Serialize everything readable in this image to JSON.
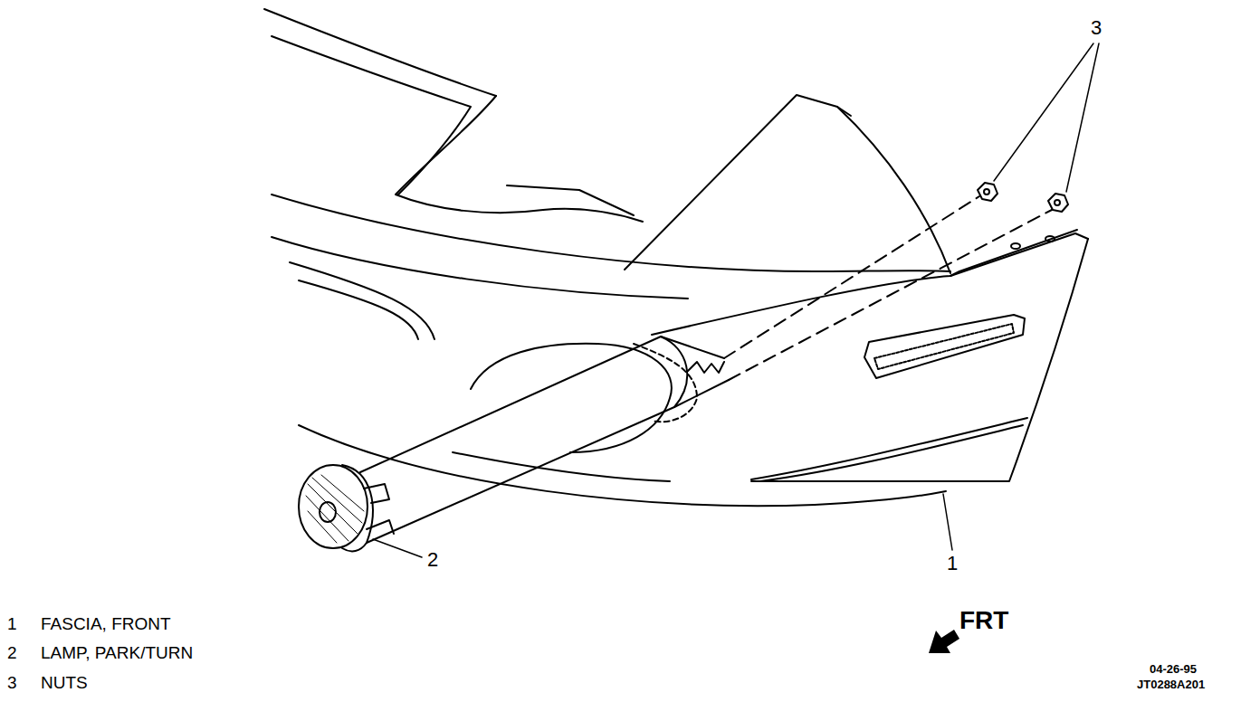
{
  "diagram": {
    "labels": [
      "3",
      "2",
      "1",
      "1",
      "FASCIA, FRONT",
      "2",
      "LAMP, PARK/TURN",
      "3",
      "NUTS",
      "FRT",
      "04-26-95",
      "JT0288A201"
    ]
  }
}
